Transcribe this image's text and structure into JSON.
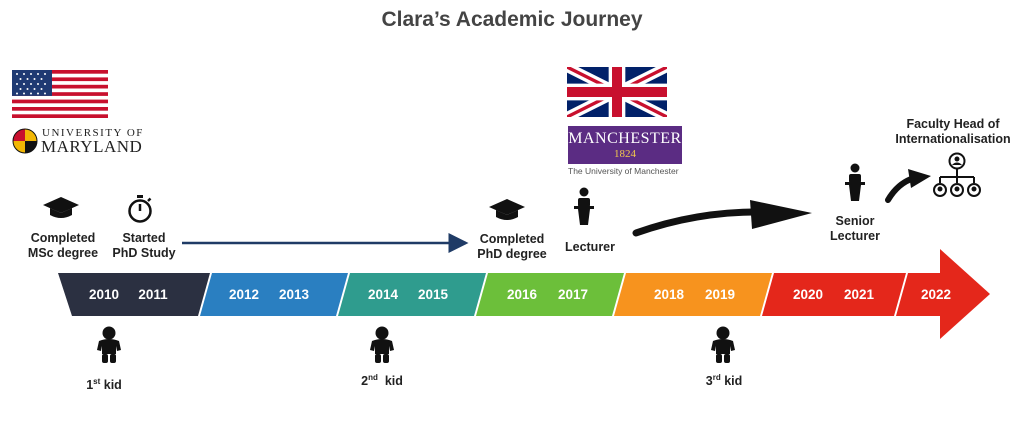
{
  "title": "Clara’s Academic Journey",
  "colors": {
    "seg_dark": "#2b3041",
    "seg_blue": "#2a7fc1",
    "seg_teal": "#2f9c8e",
    "seg_green": "#6cbf3a",
    "seg_orange": "#f7931e",
    "seg_red": "#e4271b",
    "line_navy": "#1f3b66",
    "manchester_purple": "#5b2c83"
  },
  "logos": {
    "us_flag": "us-flag",
    "uk_flag": "uk-flag",
    "umd_line1": "UNIVERSITY OF",
    "umd_line2": "MARYLAND",
    "manchester_name": "MANCHESTER",
    "manchester_year": "1824",
    "manchester_sub": "The University of Manchester"
  },
  "milestones": {
    "msc_line1": "Completed",
    "msc_line2": "MSc degree",
    "phd_start_line1": "Started",
    "phd_start_line2": "PhD Study",
    "phd_done_line1": "Completed",
    "phd_done_line2": "PhD degree",
    "lecturer": "Lecturer",
    "senior_line1": "Senior",
    "senior_line2": "Lecturer",
    "head_line1": "Faculty Head of",
    "head_line2": "Internationalisation"
  },
  "years": [
    "2010",
    "2011",
    "2012",
    "2013",
    "2014",
    "2015",
    "2016",
    "2017",
    "2018",
    "2019",
    "2020",
    "2021",
    "2022"
  ],
  "kids": [
    {
      "num": "1",
      "sup": "st",
      "word": "kid"
    },
    {
      "num": "2",
      "sup": "nd",
      "word": "kid"
    },
    {
      "num": "3",
      "sup": "rd",
      "word": "kid"
    }
  ],
  "icons": {
    "grad_cap": "graduation-cap-icon",
    "stopwatch": "stopwatch-icon",
    "podium": "podium-icon",
    "org_chart": "org-chart-icon",
    "baby": "baby-icon"
  }
}
